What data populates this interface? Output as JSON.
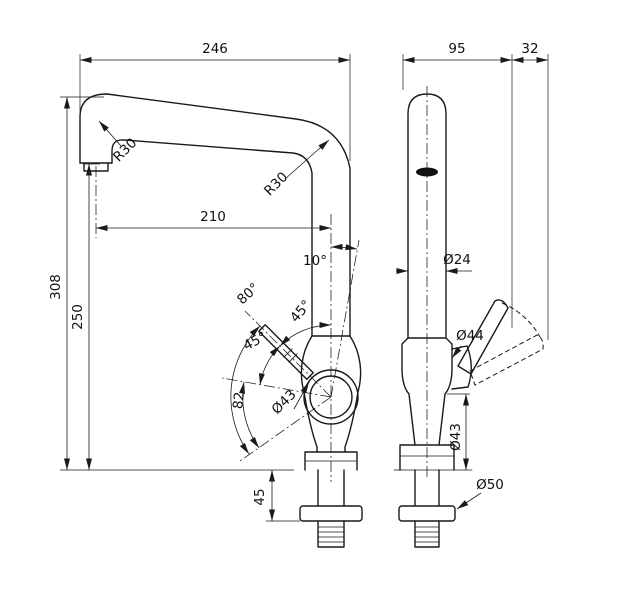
{
  "drawing": {
    "type": "technical-dimension-drawing",
    "subject": "kitchen-mixer-faucet-two-views",
    "colors": {
      "ink": "#1a1a1a",
      "background": "#ffffff"
    },
    "labels": {
      "top_width": "246",
      "front_width": "95",
      "handle_width": "32",
      "total_height": "308",
      "spout_height": "250",
      "reach": "210",
      "radius_a": "R30",
      "radius_b": "R30",
      "tilt_angle": "10°",
      "swing_angle": "80°",
      "angle_a": "45°",
      "angle_b": "45°",
      "angle_82": "82",
      "knob_dia": "Ø43",
      "base_height": "45",
      "spout_dia": "Ø24",
      "cartridge_dia": "Ø44",
      "body_dia": "Ø43",
      "flange_dia": "Ø50"
    }
  }
}
